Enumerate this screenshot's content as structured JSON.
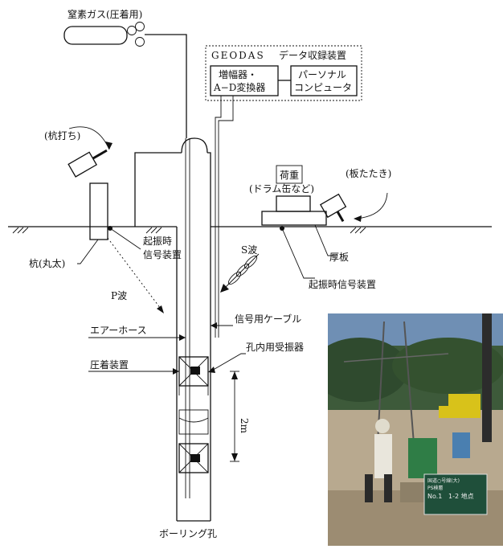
{
  "labels": {
    "nitrogen_gas": "窒素ガス(圧着用)",
    "geodas": "GEODAS",
    "data_recorder": "データ収録装置",
    "amplifier_line1": "増幅器・",
    "amplifier_line2": "A−D変換器",
    "pc_line1": "パーソナル",
    "pc_line2": "コンピュータ",
    "pile_driving": "(杭打ち)",
    "load": "荷重",
    "drum_can": "(ドラム缶など)",
    "plate_hitting": "(板たたき)",
    "trigger_line1": "起振時",
    "trigger_line2": "信号装置",
    "pile": "杭(丸太)",
    "s_wave": "S波",
    "thick_plate": "厚板",
    "trigger_device": "起振時信号装置",
    "p_wave": "P波",
    "signal_cable": "信号用ケーブル",
    "air_hose": "エアーホース",
    "receiver": "孔内用受振器",
    "clamp": "圧着装置",
    "spacing": "2m",
    "borehole": "ボーリング孔"
  },
  "photo": {
    "sign_line1": "国道○号線(大)",
    "sign_line2": "PS検層",
    "sign_line3": "No.1",
    "sign_line4": "1-2 地点"
  },
  "colors": {
    "line": "#111111",
    "photo_sky": "#6f8fb4",
    "photo_ground": "#b8a98f",
    "crane_yellow": "#d8c21a",
    "drum_green": "#2f7d46",
    "sign_green": "#1f4f3a"
  }
}
